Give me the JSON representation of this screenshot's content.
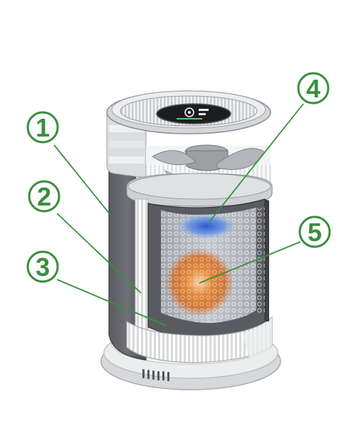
{
  "callouts": [
    {
      "number": "1",
      "part": "outer-casing"
    },
    {
      "number": "2",
      "part": "pre-filter"
    },
    {
      "number": "3",
      "part": "main-filter"
    },
    {
      "number": "4",
      "part": "blue-indicator"
    },
    {
      "number": "5",
      "part": "orange-core"
    }
  ],
  "colors": {
    "callout_green": "#3a8f3e",
    "callout_fill": "#ffffff",
    "body_dark": "#4a4a4e",
    "body_mid": "#8d8f94",
    "body_light": "#d9dadc",
    "base_light": "#e9eaec",
    "glow_blue": "#3b6fd8",
    "glow_orange": "#e07a2a"
  }
}
